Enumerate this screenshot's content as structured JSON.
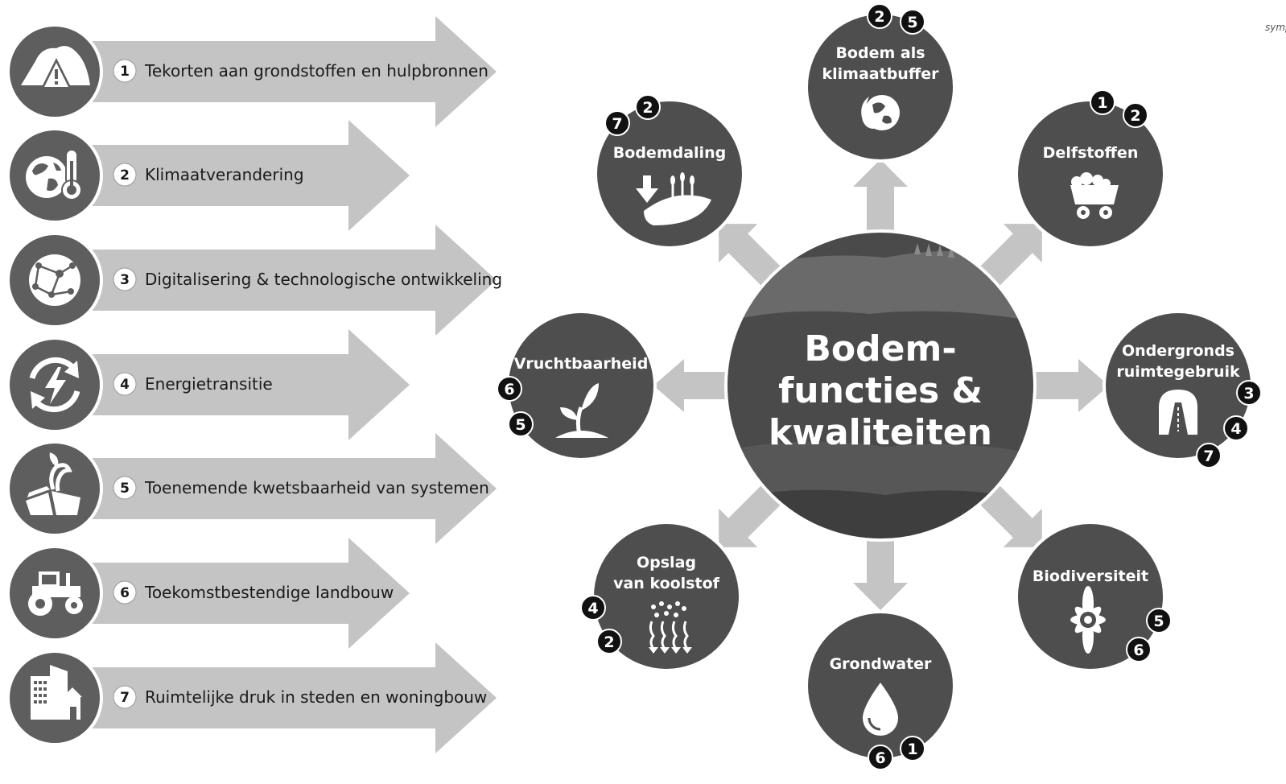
{
  "corner_text": "symp",
  "drivers": [
    {
      "num": "1",
      "label": "Tekorten aan grondstoffen en hulpbronnen",
      "icon": "warning-mountain-icon"
    },
    {
      "num": "2",
      "label": "Klimaatverandering",
      "icon": "globe-thermometer-icon"
    },
    {
      "num": "3",
      "label": "Digitalisering & technologische ontwikkeling",
      "icon": "network-globe-icon"
    },
    {
      "num": "4",
      "label": "Energietransitie",
      "icon": "energy-cycle-icon"
    },
    {
      "num": "5",
      "label": "Toenemende kwetsbaarheid van systemen",
      "icon": "cracked-ground-plant-icon"
    },
    {
      "num": "6",
      "label": "Toekomstbestendige landbouw",
      "icon": "tractor-icon"
    },
    {
      "num": "7",
      "label": "Ruimtelijke druk in steden en woningbouw",
      "icon": "buildings-icon"
    }
  ],
  "center": {
    "line1": "Bodem-",
    "line2": "functies &",
    "line3": "kwaliteiten"
  },
  "functions": [
    {
      "key": "klimaatbuffer",
      "line1": "Bodem als",
      "line2": "klimaatbuffer",
      "icon": "globe-leaf-icon",
      "badges": [
        "2",
        "5"
      ]
    },
    {
      "key": "delfstoffen",
      "line1": "Delfstoffen",
      "line2": "",
      "icon": "mine-cart-icon",
      "badges": [
        "1",
        "2"
      ]
    },
    {
      "key": "ondergronds",
      "line1": "Ondergronds",
      "line2": "ruimtegebruik",
      "icon": "tunnel-icon",
      "badges": [
        "3",
        "4",
        "7"
      ]
    },
    {
      "key": "biodiversiteit",
      "line1": "Biodiversiteit",
      "line2": "",
      "icon": "flower-icon",
      "badges": [
        "5",
        "6"
      ]
    },
    {
      "key": "grondwater",
      "line1": "Grondwater",
      "line2": "",
      "icon": "water-drop-icon",
      "badges": [
        "1",
        "6"
      ]
    },
    {
      "key": "koolstof",
      "line1": "Opslag",
      "line2": "van koolstof",
      "icon": "carbon-arrows-icon",
      "badges": [
        "4",
        "2"
      ]
    },
    {
      "key": "vruchtbaarheid",
      "line1": "Vruchtbaarheid",
      "line2": "",
      "icon": "sprout-icon",
      "badges": [
        "6",
        "5"
      ]
    },
    {
      "key": "bodemdaling",
      "line1": "Bodemdaling",
      "line2": "",
      "icon": "subsidence-icon",
      "badges": [
        "7",
        "2"
      ]
    }
  ]
}
